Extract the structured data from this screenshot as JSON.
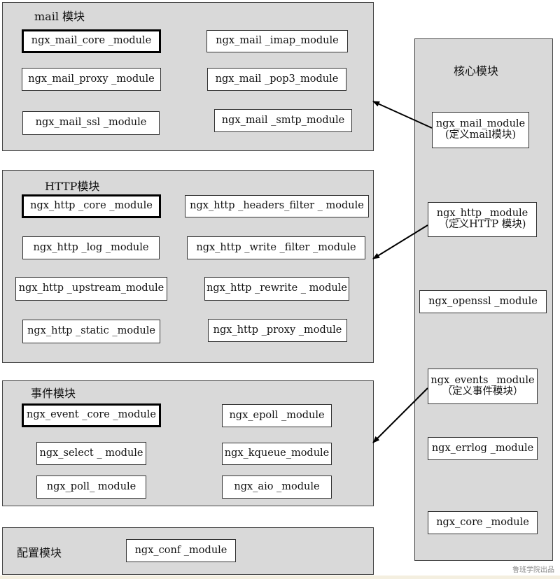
{
  "mail": {
    "label": "mail 模块",
    "modules": [
      "ngx_mail_core _module",
      "ngx_mail _imap_module",
      "ngx_mail_proxy _module",
      "ngx_mail _pop3_module",
      "ngx_mail_ssl _module",
      "ngx_mail _smtp_module"
    ]
  },
  "http": {
    "label": "HTTP模块",
    "modules": [
      "ngx_http _core _module",
      "ngx_http _headers_filter _ module",
      "ngx_http _log _module",
      "ngx_http _write _filter _module",
      "ngx_http _upstream_module",
      "ngx_http _rewrite _ module",
      "ngx_http _static   _module",
      "ngx_http _proxy _module"
    ]
  },
  "event": {
    "label": "事件模块",
    "modules": [
      "ngx_event _core _module",
      "ngx_epoll _module",
      "ngx_select _ module",
      "ngx_kqueue_module",
      "ngx_poll_ module",
      "ngx_aio _module"
    ]
  },
  "conf": {
    "label": "配置模块",
    "modules": [
      "ngx_conf _module"
    ]
  },
  "core": {
    "label": "核心模块",
    "modules": {
      "mail": {
        "line1": "ngx_mail_module",
        "line2": "(定义mail模块)"
      },
      "http": {
        "line1": "ngx_http _module",
        "line2": "（定义HTTP 模块)"
      },
      "openssl": {
        "line1": "ngx_openssl _module"
      },
      "events": {
        "line1": "ngx_events _module",
        "line2": "（定义事件模块）"
      },
      "errlog": {
        "line1": "ngx_errlog  _module"
      },
      "core": {
        "line1": "ngx_core _module"
      }
    }
  },
  "watermark": "鲁班学院出品",
  "colors": {
    "group_bg": "#d9d9d9",
    "module_bg": "#ffffff",
    "border": "#333333",
    "arrow": "#000000"
  }
}
